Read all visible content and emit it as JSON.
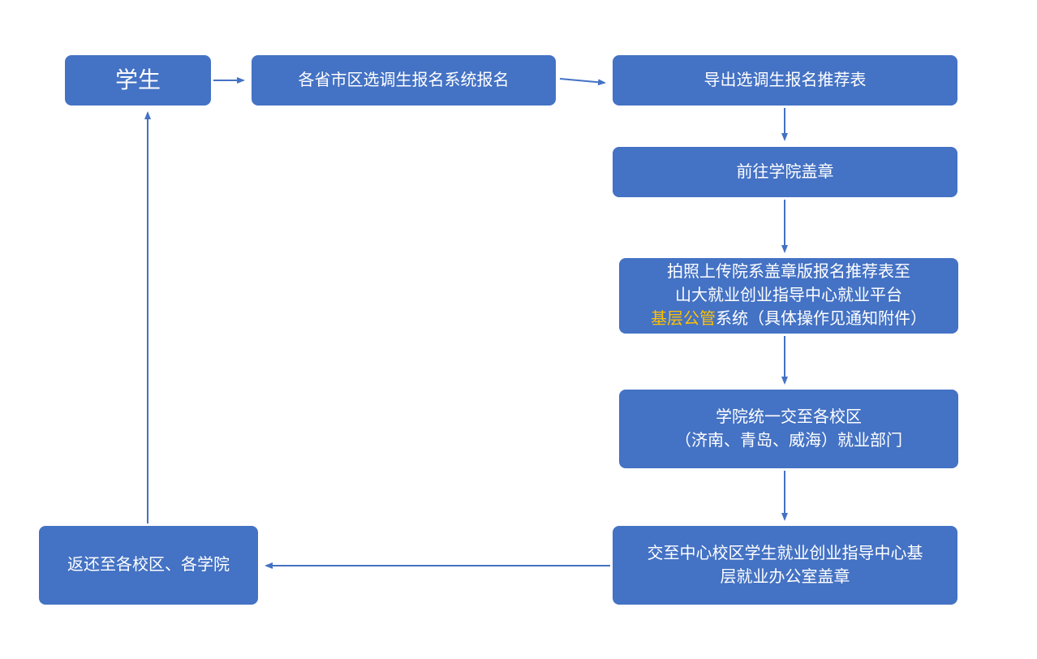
{
  "colors": {
    "background": "#FFFFFF",
    "box_fill": "#4472C4",
    "box_text": "#FFFFFF",
    "highlight_text": "#FFC000",
    "arrow": "#4472C4"
  },
  "flowchart": {
    "student": {
      "label": "学生"
    },
    "apply_system": {
      "label": "各省市区选调生报名系统报名"
    },
    "export_form": {
      "label": "导出选调生报名推荐表"
    },
    "college_seal": {
      "label": "前往学院盖章"
    },
    "upload": {
      "line1": "拍照上传院系盖章版报名推荐表至",
      "line2": "山大就业创业指导中心就业平台",
      "line3_highlight": "基层公管",
      "line3_rest": "系统（具体操作见通知附件）"
    },
    "submit_campus": {
      "line1": "学院统一交至各校区",
      "line2": "（济南、青岛、威海）就业部门"
    },
    "center_office": {
      "line1": "交至中心校区学生就业创业指导中心基",
      "line2": "层就业办公室盖章"
    },
    "return_box": {
      "label": "返还至各校区、各学院"
    }
  }
}
